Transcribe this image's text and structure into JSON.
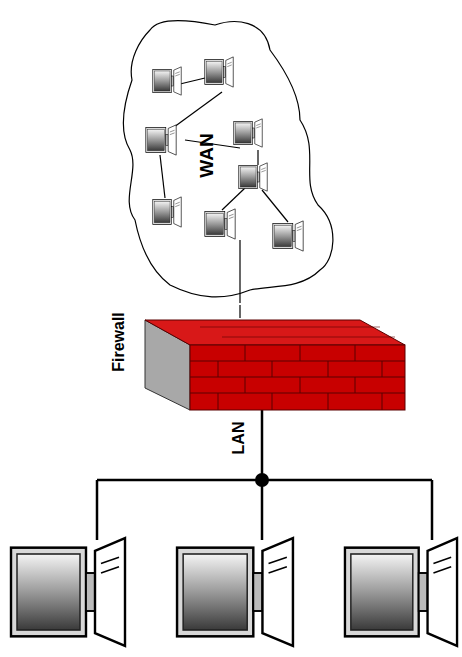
{
  "diagram": {
    "nodes": [
      {
        "text": [
          "WAN"
        ]
      },
      {
        "text": [
          "Firewall"
        ]
      }
    ],
    "edges": [
      {
        "from": 0,
        "to": 1,
        "arrow": "none"
      }
    ],
    "labels": [
      "LAN"
    ]
  }
}
